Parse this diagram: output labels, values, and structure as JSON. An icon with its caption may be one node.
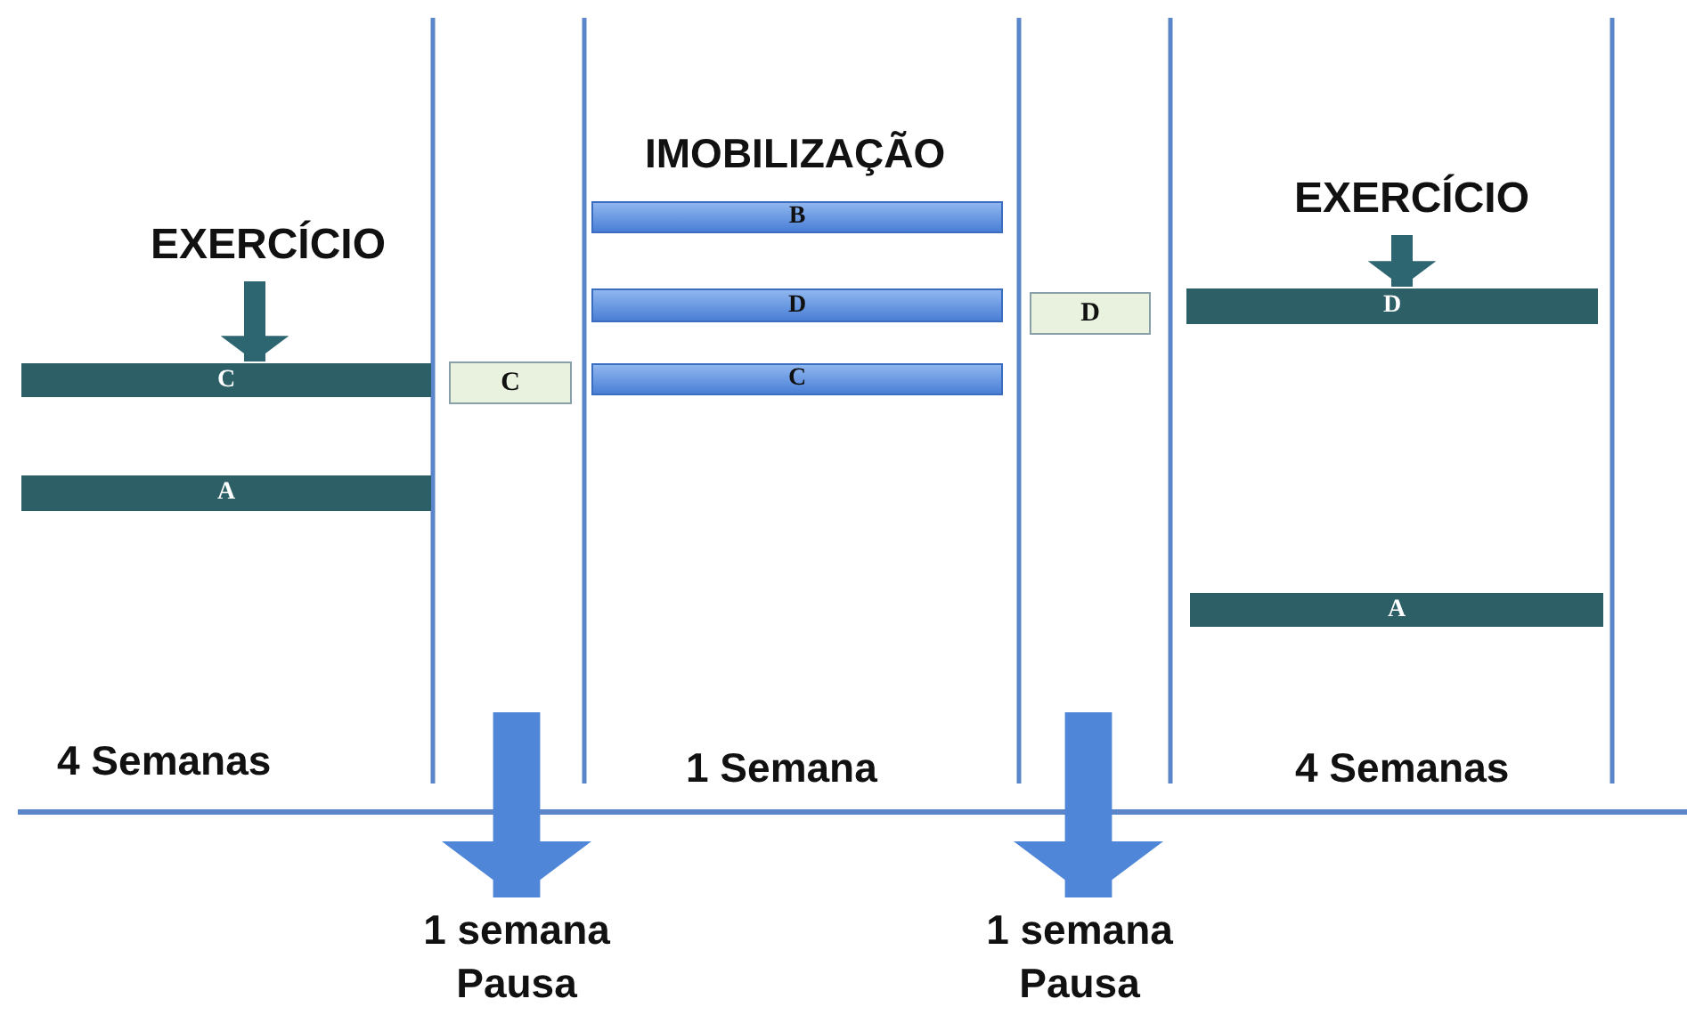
{
  "diagram": {
    "nodes": [
      {
        "text": [
          "EXERCÍCIO"
        ]
      },
      {
        "text": [
          "C"
        ]
      },
      {
        "text": [
          "A"
        ]
      },
      {
        "text": [
          "C"
        ]
      },
      {
        "text": [
          "B"
        ]
      },
      {
        "text": [
          "D"
        ]
      },
      {
        "text": [
          "C"
        ]
      },
      {
        "text": [
          "D"
        ]
      },
      {
        "text": [
          "EXERCÍCIO"
        ]
      },
      {
        "text": [
          "D"
        ]
      },
      {
        "text": [
          "A"
        ]
      },
      {
        "text": [
          "1 semana Pausa"
        ]
      },
      {
        "text": [
          "1 semana Pausa"
        ]
      }
    ],
    "edges": [
      {
        "from": 0,
        "to": 1,
        "arrow": "to"
      },
      {
        "from": 8,
        "to": 9,
        "arrow": "to"
      },
      {
        "from": null,
        "to": 11,
        "arrow": "to",
        "style": "thick",
        "color": "#4f86d8"
      },
      {
        "from": null,
        "to": 12,
        "arrow": "to",
        "style": "thick",
        "color": "#4f86d8"
      }
    ],
    "labels": [
      "IMOBILIZAÇÃO",
      "4 Semanas",
      "1 Semana",
      "4 Semanas"
    ]
  }
}
